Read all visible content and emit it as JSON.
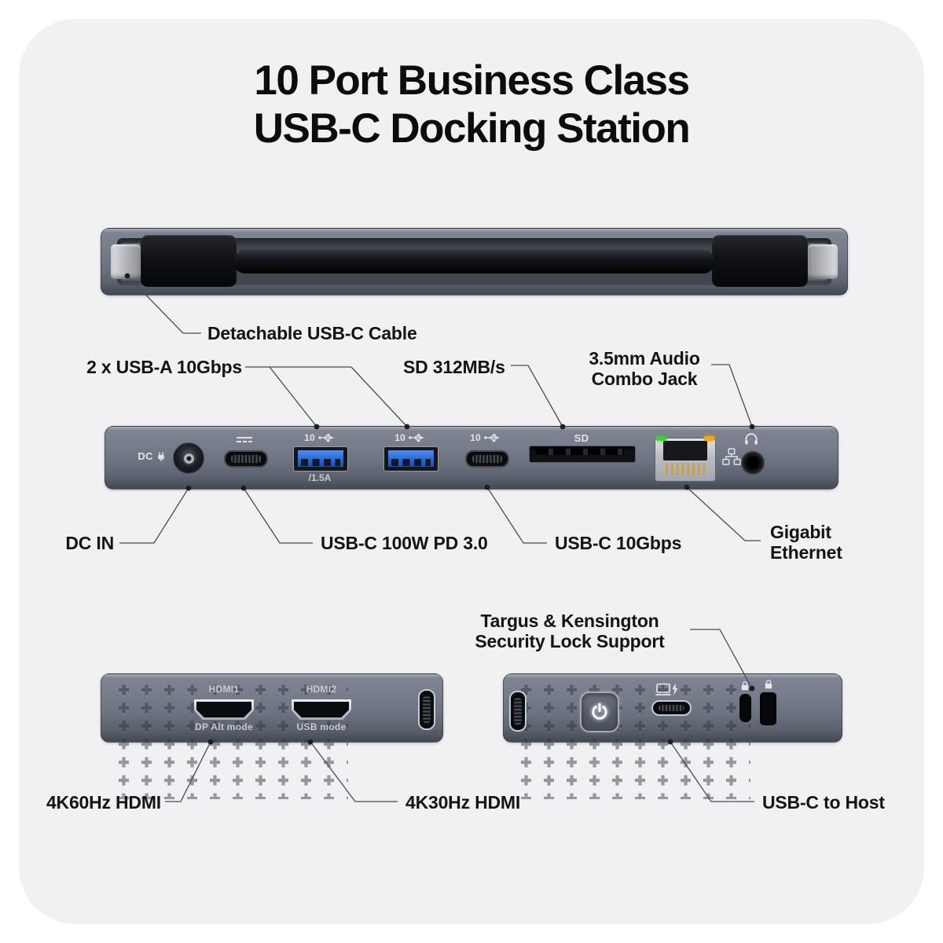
{
  "title": {
    "line1": "10 Port Business Class",
    "line2": "USB-C Docking Station"
  },
  "callouts": {
    "detachable_cable": "Detachable USB-C Cable",
    "usb_a": "2 x USB-A 10Gbps",
    "sd": "SD 312MB/s",
    "audio_line1": "3.5mm Audio",
    "audio_line2": "Combo Jack",
    "dc_in": "DC IN",
    "usb_c_pd": "USB-C 100W PD 3.0",
    "usb_c_10g": "USB-C 10Gbps",
    "ethernet_line1": "Gigabit",
    "ethernet_line2": "Ethernet",
    "security_line1": "Targus & Kensington",
    "security_line2": "Security Lock Support",
    "hdmi_4k60": "4K60Hz HDMI",
    "hdmi_4k30": "4K30Hz HDMI",
    "usb_c_host": "USB-C to Host"
  },
  "port_markings": {
    "dc": "DC",
    "usb_a1_speed": "10",
    "usb_a2_speed": "10",
    "usb_c_front_speed": "10",
    "usb_a1_current": "/1.5A",
    "sd": "SD",
    "hdmi1_name": "HDMI1",
    "hdmi1_mode": "DP Alt mode",
    "hdmi2_name": "HDMI2",
    "hdmi2_mode": "USB mode"
  },
  "colors": {
    "card_background": "#f1f1f3",
    "device_body": "#6d7380",
    "usb_a_blue": "#2e77dd",
    "ethernet_led_green": "#3bd437",
    "ethernet_led_amber": "#f2a70a",
    "label_text": "#141414"
  }
}
